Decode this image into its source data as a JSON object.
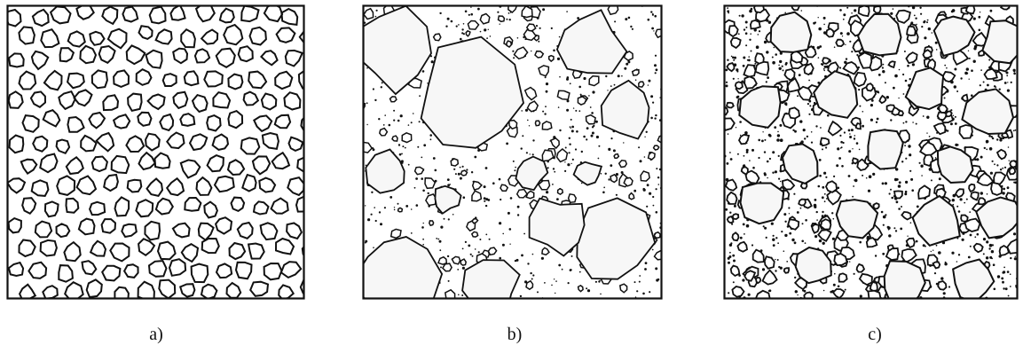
{
  "panels": [
    {
      "id": "a",
      "caption": "a)"
    },
    {
      "id": "b",
      "caption": "b)"
    },
    {
      "id": "c",
      "caption": "c)"
    }
  ],
  "colors": {
    "ink": "#111111",
    "fill": "#f7f7f7",
    "paper": "#ffffff"
  }
}
